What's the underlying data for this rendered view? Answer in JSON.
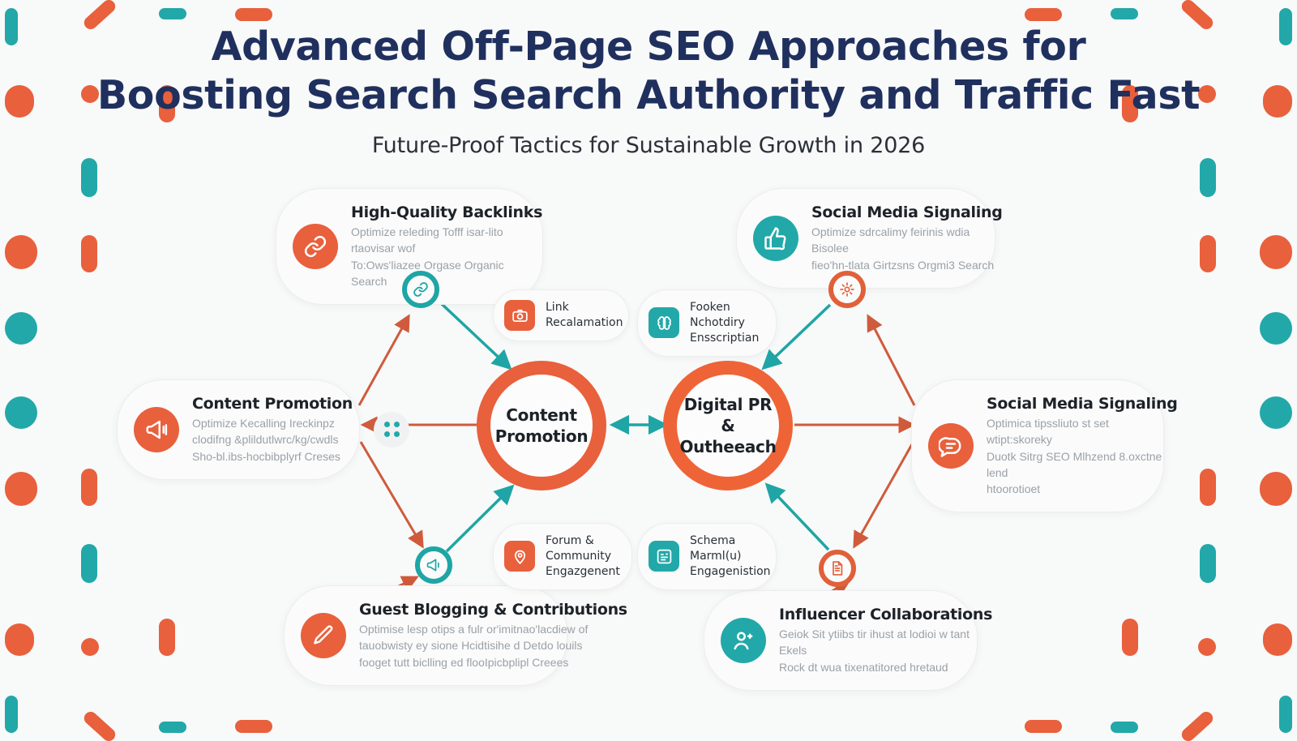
{
  "theme": {
    "background": "#f8f9f9",
    "orange": "#e8603c",
    "orange_deep": "#e0603a",
    "teal": "#22a8a8",
    "teal_deep": "#1fa5a5",
    "navy": "#20305e",
    "text_dark": "#1d2228",
    "text_muted": "#9aa1a8"
  },
  "header": {
    "title_line1": "Advanced Off-Page SEO Approaches for",
    "title_line2": "Boosting Search Search Authority and Traffic Fast",
    "subtitle": "Future-Proof Tactics for Sustainable Growth in 2026"
  },
  "hubs": [
    {
      "id": "hub-content-promotion",
      "label": "Content\nPromotion",
      "ring_color": "#e8603c"
    },
    {
      "id": "hub-digital-pr",
      "label": "Digital PR &\nOutheeach",
      "ring_color": "#ee6436"
    }
  ],
  "cards": [
    {
      "id": "card-high-quality-backlinks",
      "title": "High-Quality Backlinks",
      "desc": "Optimize releding Tofff isar-lito rtaovisar wof\nTo:Ows'liazee Orgase Organic Search",
      "icon": "link-icon",
      "icon_color": "#e8603c",
      "badge": false
    },
    {
      "id": "card-social-media-signaling-top",
      "title": "Social Media Signaling",
      "desc": "Optimize sdrcalimy feirinis wdia Bisolee\nfieo'hn-tlata Girtzsns Orgmi3 Search",
      "icon": "thumbs-up-icon",
      "icon_color": "#22a8a8",
      "badge": false
    },
    {
      "id": "card-content-promotion",
      "title": "Content Promotion",
      "desc": "Optimize Kecalling Ireckinpz\nclodifng &plildutlwrc/kg/cwdls\nSho-bl.ibs-hocbibplyrf Creses",
      "icon": "megaphone-icon",
      "icon_color": "#e8603c",
      "badge": true
    },
    {
      "id": "card-social-media-signaling-right",
      "title": "Social Media Signaling",
      "desc": "Optimica tipssliuto st set wtipt:skoreky\nDuotk Sitrg SEO Mlhzend 8.oxctne lend\nhtoorotioet",
      "icon": "chat-icon",
      "icon_color": "#e8603c",
      "badge": false
    },
    {
      "id": "card-guest-blogging",
      "title": "Guest Blogging & Contributions",
      "desc": "Optimise  lesp otips a fulr or'imitnao'lacdiew of\ntauobwisty ey sione Hcidtisihe d Detdo louils\nfooget tutt biclling ed flooIpicbplipl Creees",
      "icon": "pencil-icon",
      "icon_color": "#e8603c",
      "badge": false
    },
    {
      "id": "card-influencer-collaborations",
      "title": "Influencer Collaborations",
      "desc": "Geiok Sit ytiibs tir ihust at lodioi w tant Ekels\nRock dt wua tixenatitored hretaud",
      "icon": "user-plus-icon",
      "icon_color": "#22a8a8",
      "badge": false
    }
  ],
  "pills": [
    {
      "id": "pill-link-reclamation",
      "label": "Link\nRecalamation",
      "icon": "camera-icon",
      "icon_color": "#e8603c"
    },
    {
      "id": "pill-broken-link",
      "label": "Fooken Nchotdiry\nEnsscriptian",
      "icon": "brain-icon",
      "icon_color": "#22a8a8"
    },
    {
      "id": "pill-forum-community",
      "label": "Forum & Community\nEngazgenent",
      "icon": "pin-icon",
      "icon_color": "#e8603c"
    },
    {
      "id": "pill-schema-markup",
      "label": "Schema Marml(u)\nEngagenistion",
      "icon": "grid-icon",
      "icon_color": "#22a8a8"
    }
  ],
  "nodes": [
    {
      "id": "node-link",
      "icon": "link-icon",
      "ring": "teal"
    },
    {
      "id": "node-gear",
      "icon": "gear-icon",
      "ring": "orange"
    },
    {
      "id": "node-megaphone",
      "icon": "megaphone-icon",
      "ring": "teal"
    },
    {
      "id": "node-document",
      "icon": "document-icon",
      "ring": "orange"
    }
  ]
}
